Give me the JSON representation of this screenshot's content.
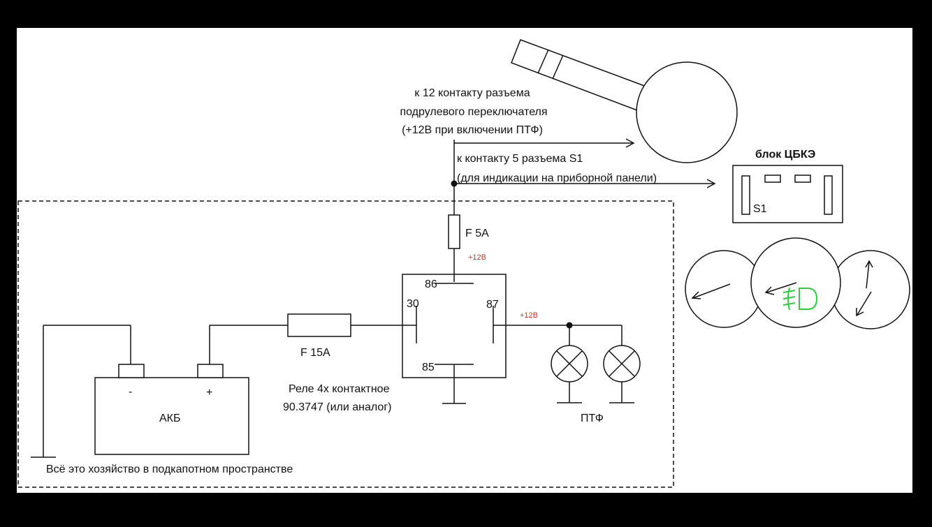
{
  "labels": {
    "switch_note_1": "к 12 контакту разъема",
    "switch_note_2": "подрулевого переключателя",
    "switch_note_3": "(+12В при включении ПТФ)",
    "s1_note_1": "к контакту 5 разъема S1",
    "s1_note_2": "(для индикации на приборной панели)",
    "cbke_title": "блок ЦБКЭ",
    "s1": "S1",
    "fuse_5": "F 5A",
    "plus12_top": "+12В",
    "pin86": "86",
    "pin30": "30",
    "pin87": "87",
    "pin85": "85",
    "plus12_right": "+12В",
    "fuse_15": "F 15A",
    "relay_1": "Реле 4х контактное",
    "relay_2": "90.3747 (или аналог)",
    "battery": "АКБ",
    "minus": "-",
    "plus": "+",
    "fog_lights": "ПТФ",
    "under_hood": "Всё это хозяйство в подкапотном пространстве"
  },
  "colors": {
    "line": "#111111",
    "accent_red": "#c0392b",
    "indicator_green": "#2ecc40"
  },
  "icons": [
    "steering-stalk-icon",
    "fog-light-indicator-icon",
    "lamp-icon",
    "ground-icon",
    "gauge-needle-icon"
  ]
}
